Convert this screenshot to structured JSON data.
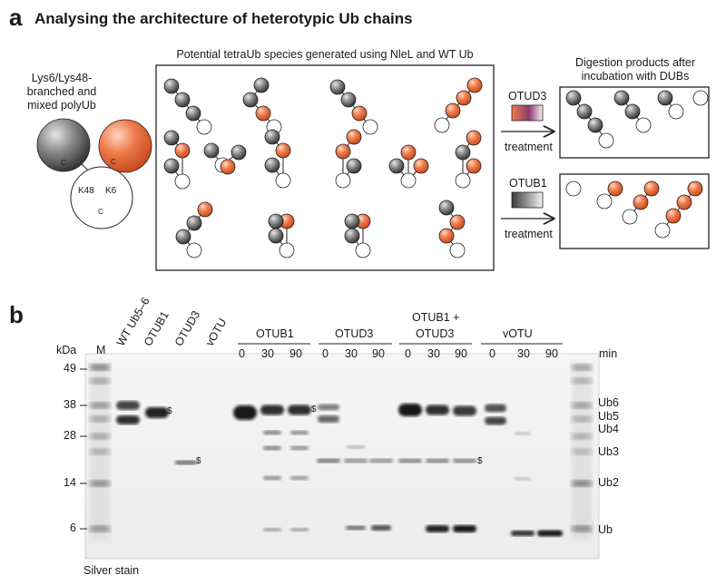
{
  "panel_a": {
    "letter": "a",
    "title": "Analysing the architecture of heterotypic Ub chains",
    "left_caption": [
      "Lys6/Lys48-",
      "branched and",
      "mixed polyUb"
    ],
    "diagram_labels": {
      "c_left": "C",
      "c_right": "C",
      "k48": "K48",
      "k6": "K6",
      "c_bottom": "C"
    },
    "center_caption": "Potential tetraUb species generated using NleL and WT Ub",
    "right_caption": [
      "Digestion products after",
      "incubation with DUBs"
    ],
    "dub1": {
      "name": "OTUD3",
      "treatment": "treatment"
    },
    "dub2": {
      "name": "OTUB1",
      "treatment": "treatment"
    },
    "colors": {
      "lys48": "#6e6e6e",
      "lys6": "#ef7b4c",
      "otud3_swatch": "#8b3a6b",
      "otub1_swatch": "#555555"
    }
  },
  "panel_b": {
    "letter": "b",
    "lane_labels": [
      "M",
      "WT Ub5–6",
      "OTUB1",
      "OTUD3",
      "vOTU"
    ],
    "group_labels": [
      "OTUB1",
      "OTUD3",
      "OTUB1 +",
      "OTUD3",
      "vOTU"
    ],
    "time_labels": [
      "0",
      "30",
      "90",
      "0",
      "30",
      "90",
      "0",
      "30",
      "90",
      "0",
      "30",
      "90"
    ],
    "min_label": "min",
    "kda_label": "kDa",
    "mw_markers": [
      "49",
      "38",
      "28",
      "14",
      "6"
    ],
    "band_labels": [
      "Ub6",
      "Ub5",
      "Ub4",
      "Ub3",
      "Ub2",
      "Ub"
    ],
    "dollar": "$",
    "stain_label": "Silver stain"
  }
}
